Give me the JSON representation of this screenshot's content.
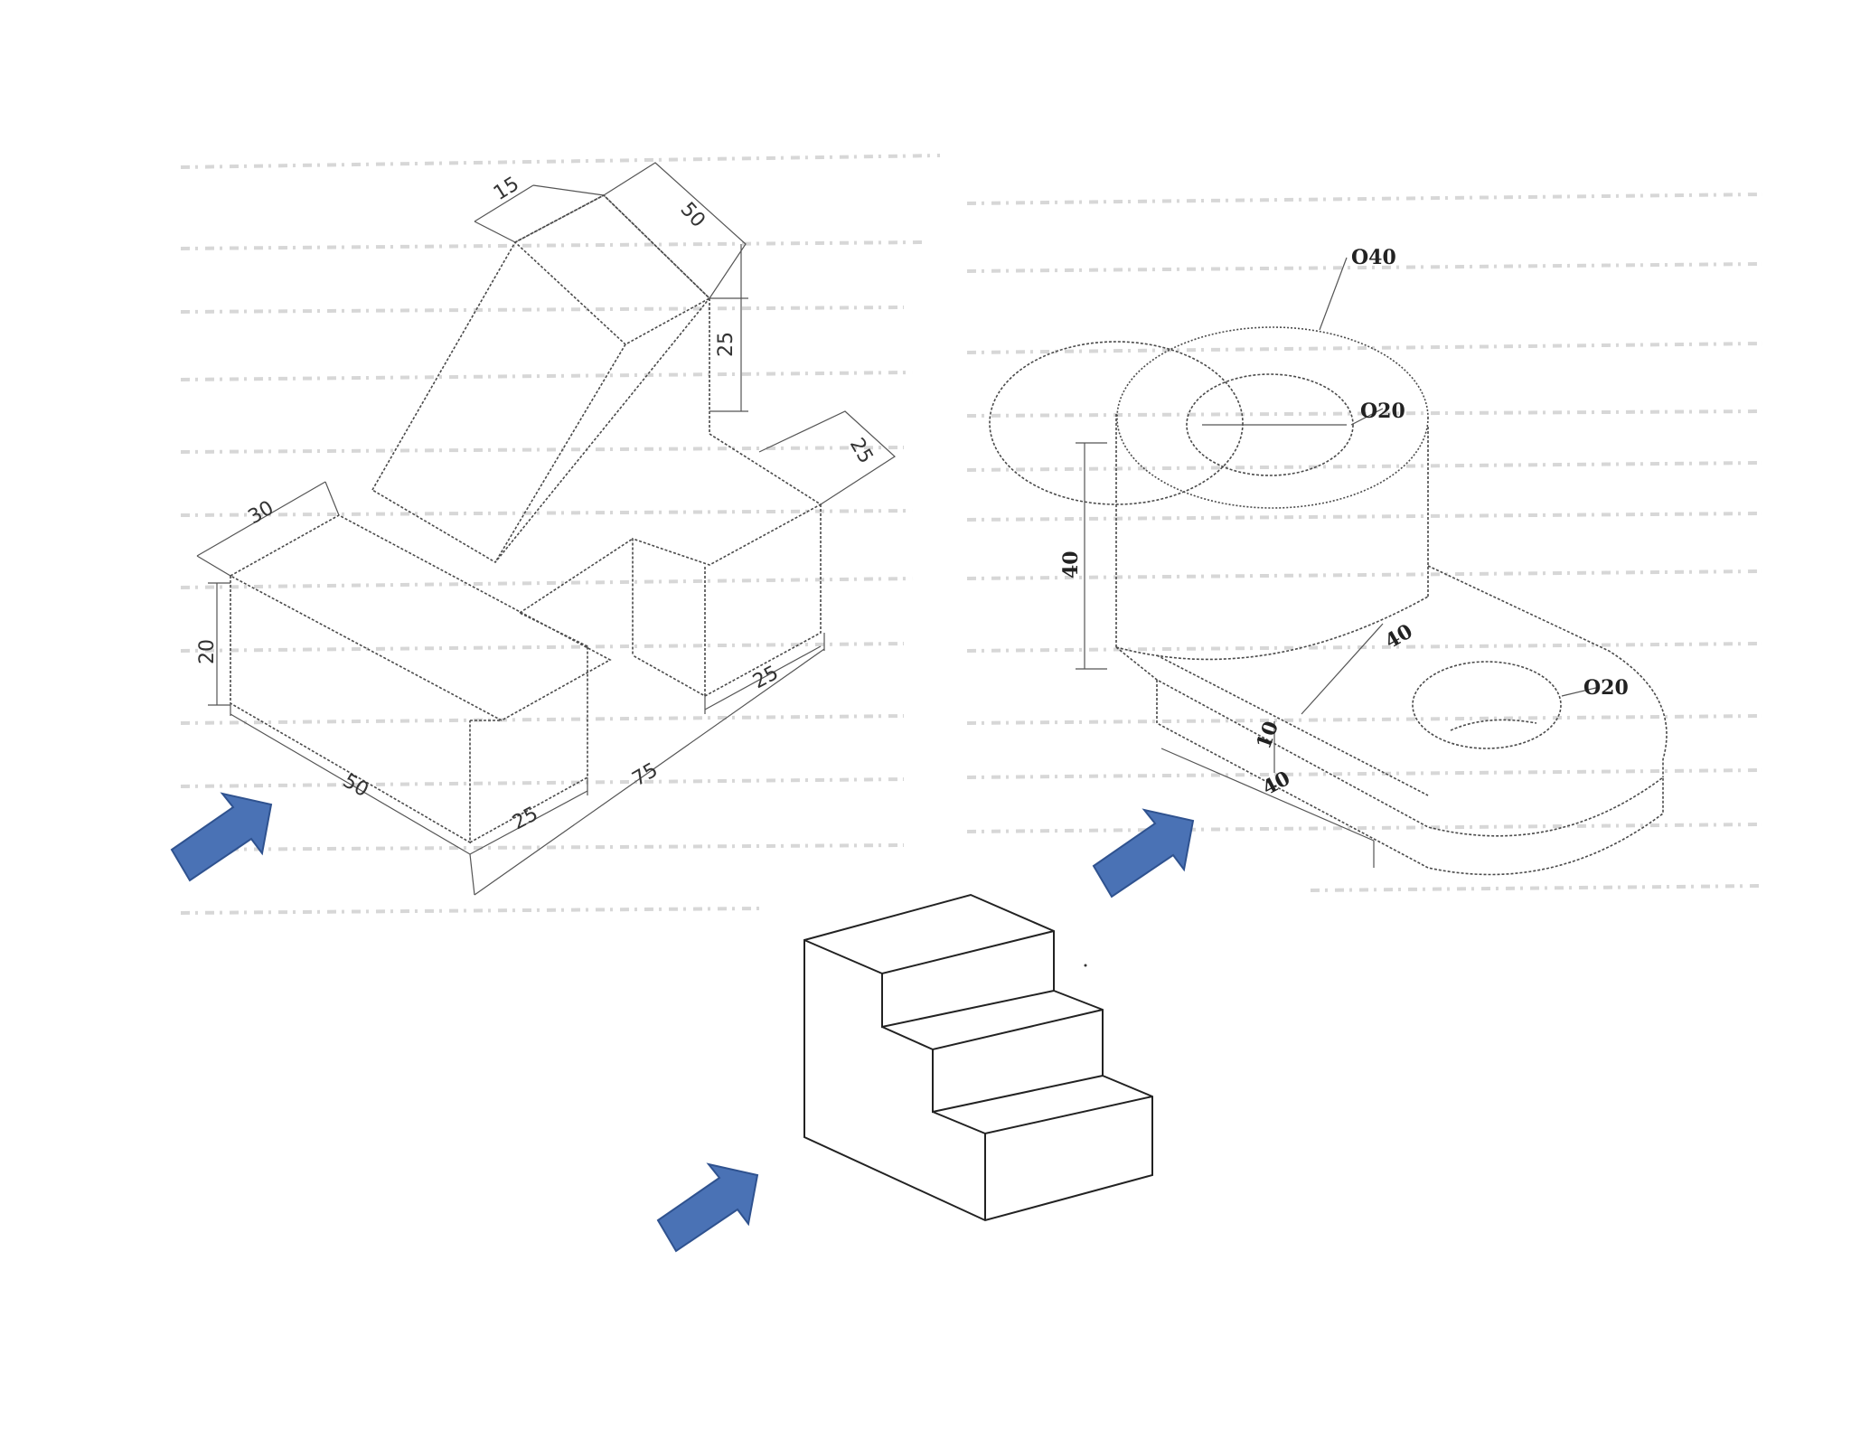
{
  "drawing_1": {
    "dimensions": [
      "15",
      "50",
      "25",
      "25",
      "30",
      "20",
      "50",
      "25",
      "75",
      "25"
    ]
  },
  "drawing_2": {
    "dimensions": [
      "O40",
      "O20",
      "40",
      "40",
      "O20",
      "10",
      "40"
    ]
  },
  "arrows": {
    "color": "#4a72b5",
    "icon": "arrow-up-right-icon"
  }
}
